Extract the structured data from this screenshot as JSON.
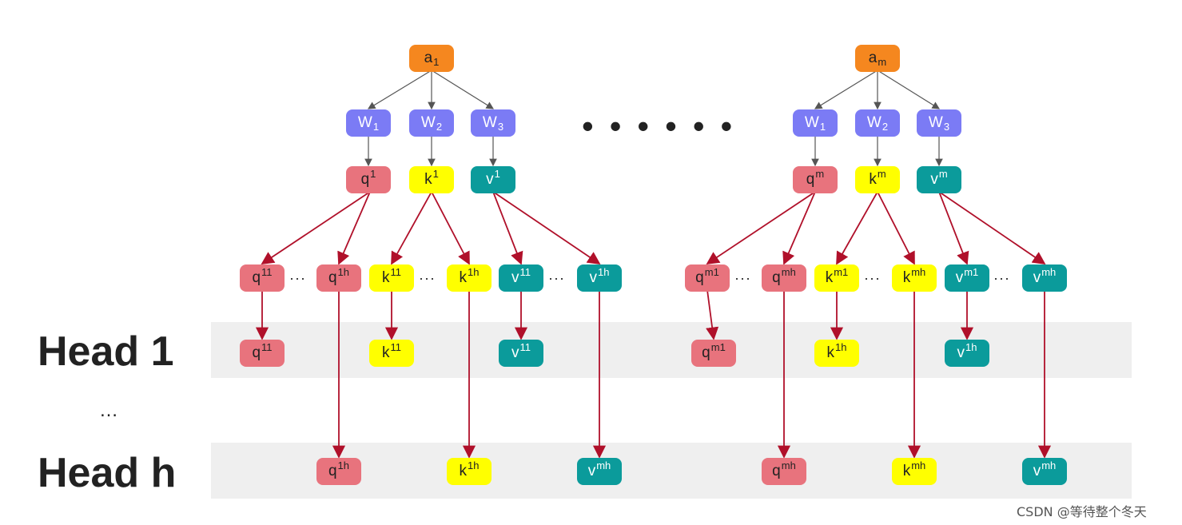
{
  "labels": {
    "head_1": "Head 1",
    "head_h": "Head h",
    "vertical_dots": "…",
    "watermark": "CSDN @等待整个冬天"
  },
  "colors": {
    "input": "#f5871f",
    "weight": "#7b7bf5",
    "query": "#e8737d",
    "key": "#ffff00",
    "value": "#0b9b9b",
    "gray_arrow": "#555555",
    "red_arrow": "#b0102a",
    "band": "#efefef"
  },
  "nodes": [
    {
      "id": "a1",
      "base": "a",
      "sub": "1",
      "kind": "input"
    },
    {
      "id": "W1_1",
      "base": "W",
      "sub": "1",
      "kind": "weight"
    },
    {
      "id": "W2_1",
      "base": "W",
      "sub": "2",
      "kind": "weight"
    },
    {
      "id": "W3_1",
      "base": "W",
      "sub": "3",
      "kind": "weight"
    },
    {
      "id": "q1",
      "base": "q",
      "sup": "1",
      "kind": "query"
    },
    {
      "id": "k1",
      "base": "k",
      "sup": "1",
      "kind": "key"
    },
    {
      "id": "v1",
      "base": "v",
      "sup": "1",
      "kind": "value"
    },
    {
      "id": "q11",
      "base": "q",
      "sup": "11",
      "kind": "query"
    },
    {
      "id": "q1h",
      "base": "q",
      "sup": "1h",
      "kind": "query"
    },
    {
      "id": "k11",
      "base": "k",
      "sup": "11",
      "kind": "key"
    },
    {
      "id": "k1h",
      "base": "k",
      "sup": "1h",
      "kind": "key"
    },
    {
      "id": "v11",
      "base": "v",
      "sup": "11",
      "kind": "value"
    },
    {
      "id": "v1h",
      "base": "v",
      "sup": "1h",
      "kind": "value"
    },
    {
      "id": "h1_q11",
      "base": "q",
      "sup": "11",
      "kind": "query"
    },
    {
      "id": "h1_k11",
      "base": "k",
      "sup": "11",
      "kind": "key"
    },
    {
      "id": "h1_v11",
      "base": "v",
      "sup": "11",
      "kind": "value"
    },
    {
      "id": "hh_q1h",
      "base": "q",
      "sup": "1h",
      "kind": "query"
    },
    {
      "id": "hh_k1h",
      "base": "k",
      "sup": "1h",
      "kind": "key"
    },
    {
      "id": "hh_vmh_left",
      "base": "v",
      "sup": "mh",
      "kind": "value"
    },
    {
      "id": "am",
      "base": "a",
      "sub": "m",
      "kind": "input"
    },
    {
      "id": "W1_m",
      "base": "W",
      "sub": "1",
      "kind": "weight"
    },
    {
      "id": "W2_m",
      "base": "W",
      "sub": "2",
      "kind": "weight"
    },
    {
      "id": "W3_m",
      "base": "W",
      "sub": "3",
      "kind": "weight"
    },
    {
      "id": "qm",
      "base": "q",
      "sup": "m",
      "kind": "query"
    },
    {
      "id": "km",
      "base": "k",
      "sup": "m",
      "kind": "key"
    },
    {
      "id": "vm",
      "base": "v",
      "sup": "m",
      "kind": "value"
    },
    {
      "id": "qm1",
      "base": "q",
      "sup": "m1",
      "kind": "query"
    },
    {
      "id": "qmh",
      "base": "q",
      "sup": "mh",
      "kind": "query"
    },
    {
      "id": "km1",
      "base": "k",
      "sup": "m1",
      "kind": "key"
    },
    {
      "id": "kmh",
      "base": "k",
      "sup": "mh",
      "kind": "key"
    },
    {
      "id": "vm1",
      "base": "v",
      "sup": "m1",
      "kind": "value"
    },
    {
      "id": "vmh",
      "base": "v",
      "sup": "mh",
      "kind": "value"
    },
    {
      "id": "h1_qm1",
      "base": "q",
      "sup": "m1",
      "kind": "query"
    },
    {
      "id": "h1_k1h",
      "base": "k",
      "sup": "1h",
      "kind": "key"
    },
    {
      "id": "h1_v1h",
      "base": "v",
      "sup": "1h",
      "kind": "value"
    },
    {
      "id": "hh_qmh",
      "base": "q",
      "sup": "mh",
      "kind": "query"
    },
    {
      "id": "hh_kmh",
      "base": "k",
      "sup": "mh",
      "kind": "key"
    },
    {
      "id": "hh_vmh",
      "base": "v",
      "sup": "mh",
      "kind": "value"
    }
  ],
  "edges": [
    {
      "from": "a1",
      "to": "W1_1",
      "style": "gray"
    },
    {
      "from": "a1",
      "to": "W2_1",
      "style": "gray"
    },
    {
      "from": "a1",
      "to": "W3_1",
      "style": "gray"
    },
    {
      "from": "W1_1",
      "to": "q1",
      "style": "gray"
    },
    {
      "from": "W2_1",
      "to": "k1",
      "style": "gray"
    },
    {
      "from": "W3_1",
      "to": "v1",
      "style": "gray"
    },
    {
      "from": "q1",
      "to": "q11",
      "style": "red"
    },
    {
      "from": "q1",
      "to": "q1h",
      "style": "red"
    },
    {
      "from": "k1",
      "to": "k11",
      "style": "red"
    },
    {
      "from": "k1",
      "to": "k1h",
      "style": "red"
    },
    {
      "from": "v1",
      "to": "v11",
      "style": "red"
    },
    {
      "from": "v1",
      "to": "v1h",
      "style": "red"
    },
    {
      "from": "q11",
      "to": "h1_q11",
      "style": "red"
    },
    {
      "from": "k11",
      "to": "h1_k11",
      "style": "red"
    },
    {
      "from": "v11",
      "to": "h1_v11",
      "style": "red"
    },
    {
      "from": "q1h",
      "to": "hh_q1h",
      "style": "red"
    },
    {
      "from": "k1h",
      "to": "hh_k1h",
      "style": "red"
    },
    {
      "from": "v1h",
      "to": "hh_vmh_left",
      "style": "red"
    },
    {
      "from": "am",
      "to": "W1_m",
      "style": "gray"
    },
    {
      "from": "am",
      "to": "W2_m",
      "style": "gray"
    },
    {
      "from": "am",
      "to": "W3_m",
      "style": "gray"
    },
    {
      "from": "W1_m",
      "to": "qm",
      "style": "gray"
    },
    {
      "from": "W2_m",
      "to": "km",
      "style": "gray"
    },
    {
      "from": "W3_m",
      "to": "vm",
      "style": "gray"
    },
    {
      "from": "qm",
      "to": "qm1",
      "style": "red"
    },
    {
      "from": "qm",
      "to": "qmh",
      "style": "red"
    },
    {
      "from": "km",
      "to": "km1",
      "style": "red"
    },
    {
      "from": "km",
      "to": "kmh",
      "style": "red"
    },
    {
      "from": "vm",
      "to": "vm1",
      "style": "red"
    },
    {
      "from": "vm",
      "to": "vmh",
      "style": "red"
    },
    {
      "from": "qm1",
      "to": "h1_qm1",
      "style": "red"
    },
    {
      "from": "km1",
      "to": "h1_k1h",
      "style": "red"
    },
    {
      "from": "vm1",
      "to": "h1_v1h",
      "style": "red"
    },
    {
      "from": "qmh",
      "to": "hh_qmh",
      "style": "red"
    },
    {
      "from": "kmh",
      "to": "hh_kmh",
      "style": "red"
    },
    {
      "from": "vmh",
      "to": "hh_vmh",
      "style": "red"
    }
  ]
}
